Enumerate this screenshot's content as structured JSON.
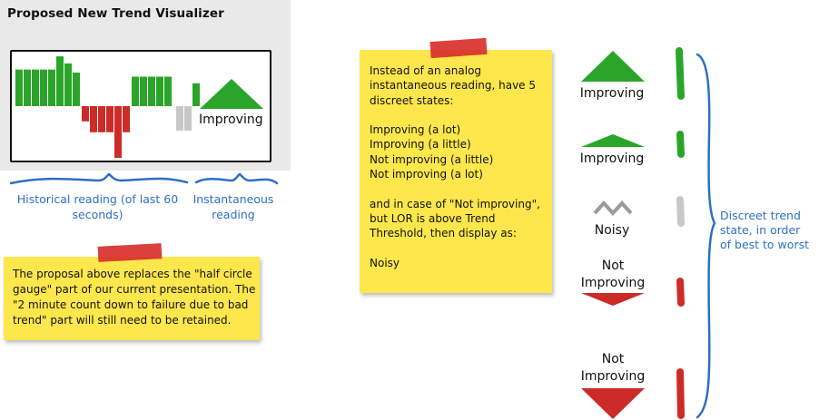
{
  "mockup": {
    "title": "Proposed New Trend Visualizer",
    "current_state": "Improving",
    "bars": [
      {
        "dir": "up",
        "level": 0.72,
        "color": "green"
      },
      {
        "dir": "up",
        "level": 0.72,
        "color": "green"
      },
      {
        "dir": "up",
        "level": 0.72,
        "color": "green"
      },
      {
        "dir": "up",
        "level": 0.72,
        "color": "green"
      },
      {
        "dir": "up",
        "level": 0.72,
        "color": "green"
      },
      {
        "dir": "up",
        "level": 0.98,
        "color": "green"
      },
      {
        "dir": "up",
        "level": 0.84,
        "color": "green"
      },
      {
        "dir": "up",
        "level": 0.66,
        "color": "green"
      },
      {
        "dir": "down",
        "level": 0.28,
        "color": "red"
      },
      {
        "dir": "down",
        "level": 0.48,
        "color": "red"
      },
      {
        "dir": "down",
        "level": 0.48,
        "color": "red"
      },
      {
        "dir": "down",
        "level": 0.48,
        "color": "red"
      },
      {
        "dir": "down",
        "level": 0.95,
        "color": "red"
      },
      {
        "dir": "down",
        "level": 0.48,
        "color": "red"
      },
      {
        "dir": "up",
        "level": 0.58,
        "color": "green"
      },
      {
        "dir": "up",
        "level": 0.58,
        "color": "green"
      },
      {
        "dir": "up",
        "level": 0.58,
        "color": "green"
      },
      {
        "dir": "up",
        "level": 0.58,
        "color": "green"
      },
      {
        "dir": "up",
        "level": 0.58,
        "color": "green"
      },
      {
        "dir": "down",
        "level": 0.45,
        "color": "gray"
      },
      {
        "dir": "down",
        "level": 0.45,
        "color": "gray"
      },
      {
        "dir": "up",
        "level": 0.45,
        "color": "green"
      }
    ]
  },
  "captions": {
    "historical": "Historical reading (of last 60 seconds)",
    "instantaneous": "Instantaneous reading"
  },
  "notes": {
    "bottom": "The proposal above replaces the \"half circle gauge\" part of our current presentation. The \"2 minute count down to failure due to bad trend\" part will still need to be retained.",
    "right": "Instead of an analog instantaneous reading, have 5 discreet states:\n\nImproving (a lot)\nImproving (a little)\nNot improving (a little)\nNot improving (a lot)\n\nand in case of \"Not improving\", but LOR is above Trend Threshold, then display as:\n\nNoisy"
  },
  "states": [
    {
      "label": "Improving",
      "symbol": "large-up-triangle",
      "color": "#2aa52a"
    },
    {
      "label": "Improving",
      "symbol": "small-up-triangle",
      "color": "#2aa52a"
    },
    {
      "label": "Noisy",
      "symbol": "zigzag",
      "color": "#9a9a9a"
    },
    {
      "label": "Not Improving",
      "symbol": "small-down-triangle",
      "color": "#cc2b27"
    },
    {
      "label": "Not Improving",
      "symbol": "large-down-triangle",
      "color": "#cc2b27"
    }
  ],
  "legend_caption": "Discreet trend state, in order of best to worst",
  "colors": {
    "green": "#2aa52a",
    "red": "#cc2b27",
    "gray": "#c8c8c8",
    "blue": "#2f6fc4",
    "sticky": "#fde74c"
  }
}
